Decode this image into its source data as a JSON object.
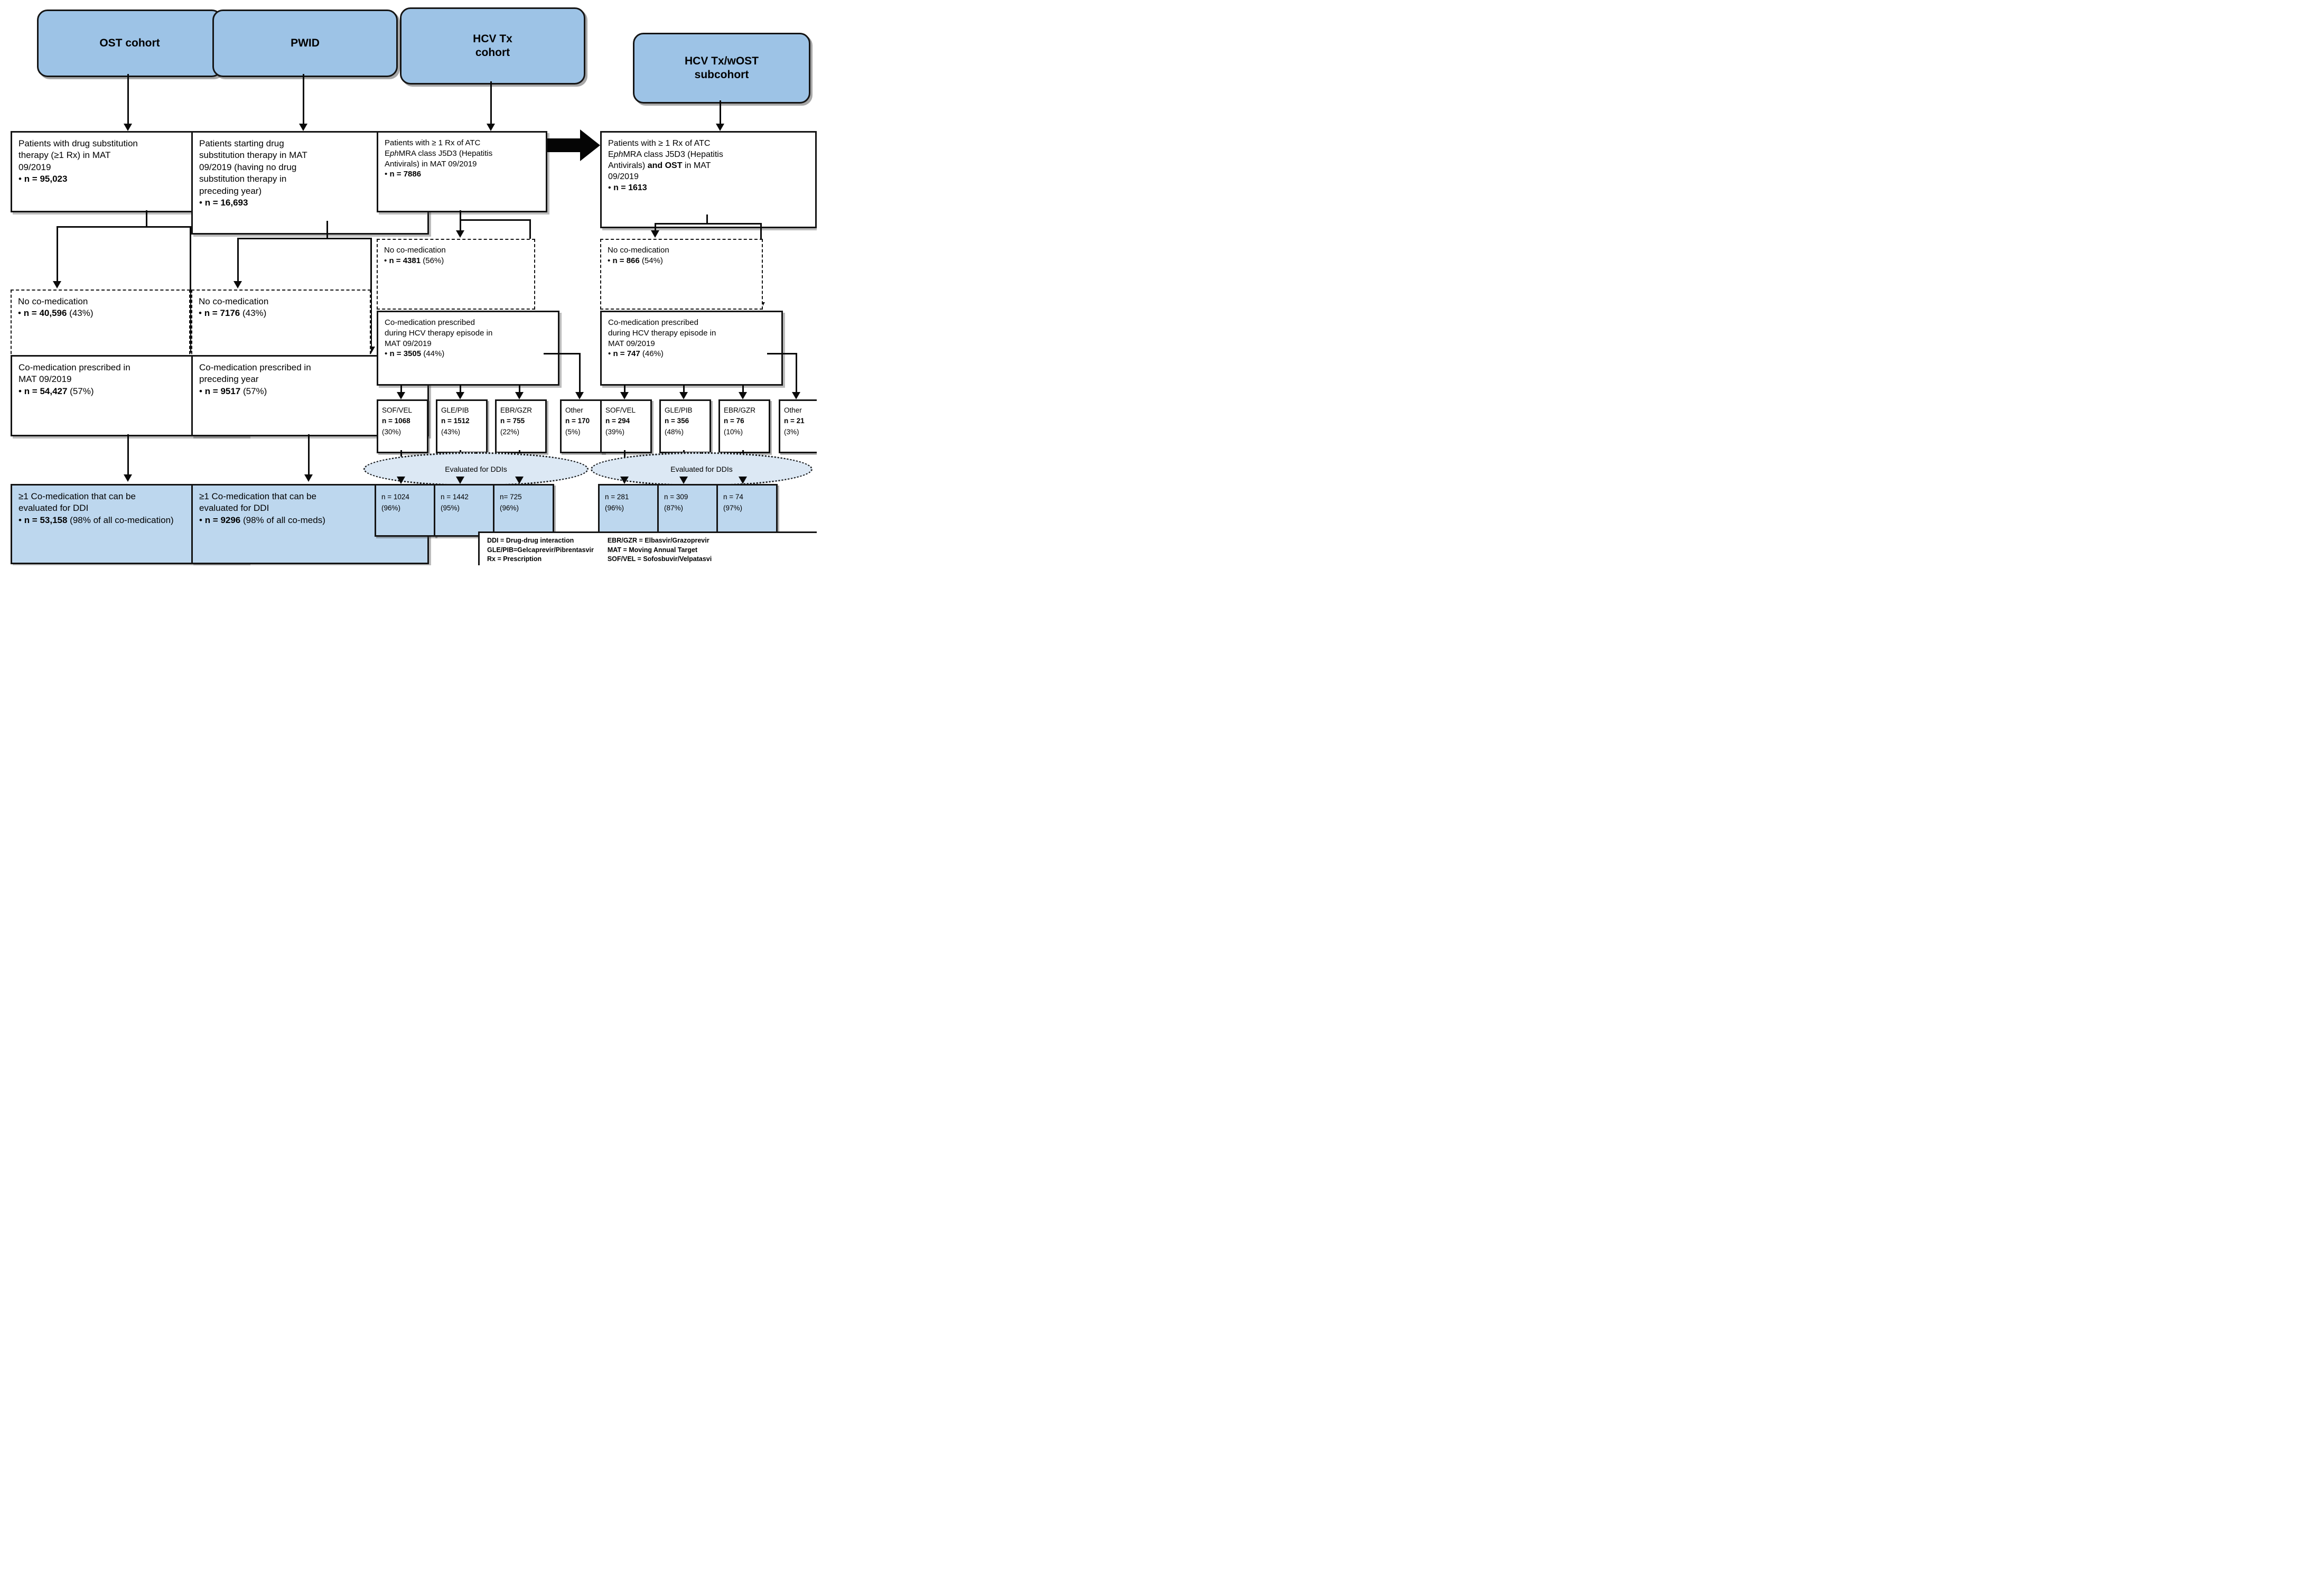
{
  "bullet": "•",
  "col1": {
    "header": "OST cohort",
    "box1": {
      "l1": "Patients with drug substitution",
      "l2": "therapy (≥1 Rx) in MAT",
      "l3": "09/2019",
      "n": "n = 95,023",
      "npost": ""
    },
    "dashed": {
      "l1": "No co-medication",
      "n": "n = 40,596",
      "npost": " (43%)"
    },
    "box2": {
      "l1": "Co-medication prescribed in",
      "l2": "MAT 09/2019",
      "n": "n = 54,427",
      "npost": " (57%)"
    },
    "box3": {
      "l1": "≥1 Co-medication that can be",
      "l2": "evaluated for DDI",
      "n": "n = 53,158",
      "npost": " (98% of all co-medication)"
    }
  },
  "col2": {
    "header": "PWID",
    "box1": {
      "l1": "Patients starting drug",
      "l2": "substitution therapy in MAT",
      "l3": "09/2019 (having no drug",
      "l4": "substitution therapy in",
      "l5": "preceding year)",
      "n": "n = 16,693",
      "npost": ""
    },
    "dashed": {
      "l1": "No co-medication",
      "n": "n = 7176",
      "npost": " (43%)"
    },
    "box2": {
      "l1": "Co-medication prescribed in",
      "l2": "preceding year",
      "n": "n = 9517",
      "npost": " (57%)"
    },
    "box3": {
      "l1": "≥1 Co-medication that can be",
      "l2": "evaluated for DDI",
      "n": "n = 9296",
      "npost": " (98% of all co-meds)"
    }
  },
  "col3": {
    "header_l1": "HCV Tx",
    "header_l2": "cohort",
    "box1": {
      "l1": "Patients with ≥ 1 Rx of ATC",
      "l2a": "E",
      "l2i": "ph",
      "l2b": "MRA class J5D3 (Hepatitis",
      "l3": "Antivirals) in MAT 09/2019",
      "n": "n = 7886",
      "npost": ""
    },
    "dashed": {
      "l1": "No co-medication",
      "n": "n = 4381",
      "npost": " (56%)"
    },
    "box2": {
      "l1": "Co-medication prescribed",
      "l2": "during HCV therapy episode in",
      "l3": "MAT 09/2019",
      "n": "n = 3505",
      "npost": " (44%)"
    },
    "sub": [
      {
        "label": "SOF/VEL",
        "n": "n = 1068",
        "pct": "(30%)"
      },
      {
        "label": "GLE/PIB",
        "n": "n = 1512",
        "pct": "(43%)"
      },
      {
        "label": "EBR/GZR",
        "n": "n = 755",
        "pct": "(22%)"
      },
      {
        "label": "Other",
        "n": "n = 170",
        "pct": "(5%)"
      }
    ],
    "ellipse": "Evaluated for DDIs",
    "res": [
      {
        "n": "n = 1024",
        "pct": "(96%)"
      },
      {
        "n": "n = 1442",
        "pct": "(95%)"
      },
      {
        "n": "n= 725",
        "pct": "(96%)"
      }
    ]
  },
  "col4": {
    "header_l1": "HCV Tx/wOST",
    "header_l2": "subcohort",
    "box1": {
      "l1": "Patients with ≥ 1 Rx of ATC",
      "l2a": "E",
      "l2i": "ph",
      "l2b": "MRA class J5D3 (Hepatitis",
      "l3a": "Antivirals) ",
      "l3b": "and OST",
      "l3c": " in MAT",
      "l4": "09/2019",
      "n": "n = 1613",
      "npost": ""
    },
    "dashed": {
      "l1": "No co-medication",
      "n": "n = 866",
      "npost": " (54%)"
    },
    "box2": {
      "l1": "Co-medication prescribed",
      "l2": "during HCV therapy episode in",
      "l3": "MAT 09/2019",
      "n": "n = 747",
      "npost": " (46%)"
    },
    "sub": [
      {
        "label": "SOF/VEL",
        "n": "n = 294",
        "pct": "(39%)"
      },
      {
        "label": "GLE/PIB",
        "n": "n = 356",
        "pct": "(48%)"
      },
      {
        "label": "EBR/GZR",
        "n": "n = 76",
        "pct": "(10%)"
      },
      {
        "label": "Other",
        "n": "n = 21",
        "pct": "(3%)"
      }
    ],
    "ellipse": "Evaluated for DDIs",
    "res": [
      {
        "n": "n = 281",
        "pct": "(96%)"
      },
      {
        "n": "n = 309",
        "pct": "(87%)"
      },
      {
        "n": "n = 74",
        "pct": "(97%)"
      }
    ]
  },
  "legend": {
    "left": [
      "DDI = Drug-drug interaction",
      "GLE/PIB=Gelcaprevir/Pibrentasvir",
      "Rx = Prescription"
    ],
    "right": [
      "EBR/GZR = Elbasvir/Grazoprevir",
      "MAT = Moving Annual Target",
      "SOF/VEL = Sofosbuvir/Velpatasvi"
    ]
  },
  "colors": {
    "pill": "#9DC3E6",
    "blue_box": "#BDD7EE",
    "ellipse_fill": "#DCE8F4"
  }
}
